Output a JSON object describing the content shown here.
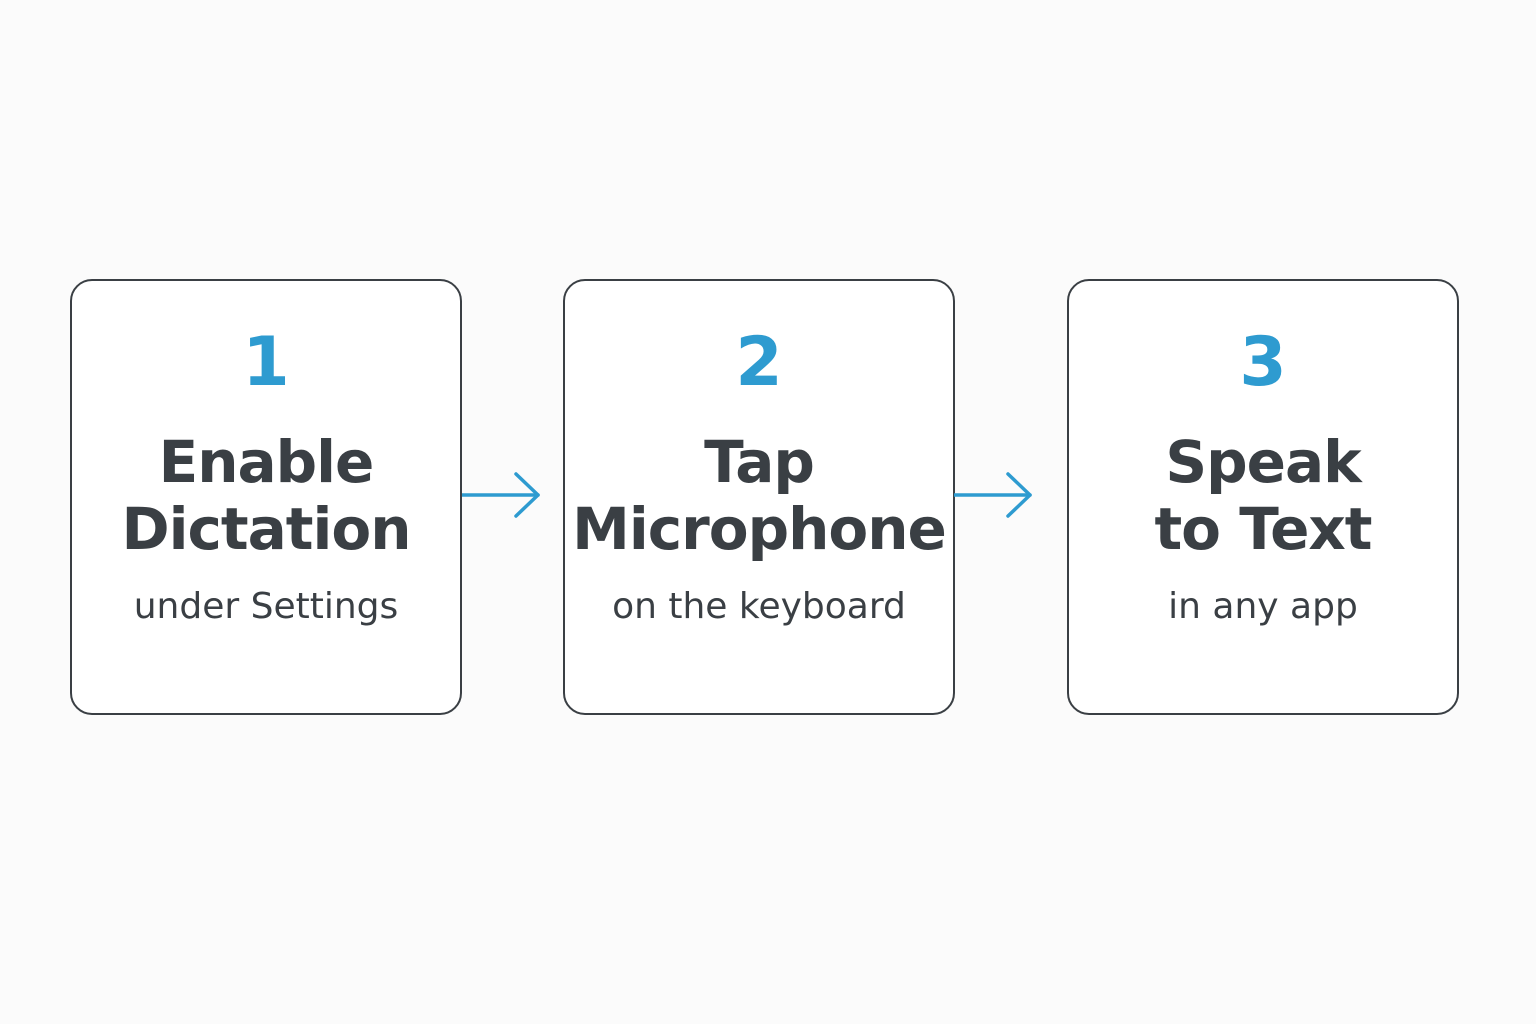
{
  "colors": {
    "accent": "#2e9bd0",
    "text": "#3a3f44",
    "card_border": "#3a3f44",
    "background": "#fbfbfb"
  },
  "steps": [
    {
      "number": "1",
      "title_lines": [
        "Enable",
        "Dictation"
      ],
      "subtitle": "under Settings"
    },
    {
      "number": "2",
      "title_lines": [
        "Tap",
        "Microphone"
      ],
      "subtitle": "on the keyboard"
    },
    {
      "number": "3",
      "title_lines": [
        "Speak",
        "to Text"
      ],
      "subtitle": "in any app"
    }
  ],
  "connectors": [
    {
      "from": "1",
      "to": "2",
      "icon": "arrow-right-icon"
    },
    {
      "from": "2",
      "to": "3",
      "icon": "arrow-right-icon"
    }
  ]
}
